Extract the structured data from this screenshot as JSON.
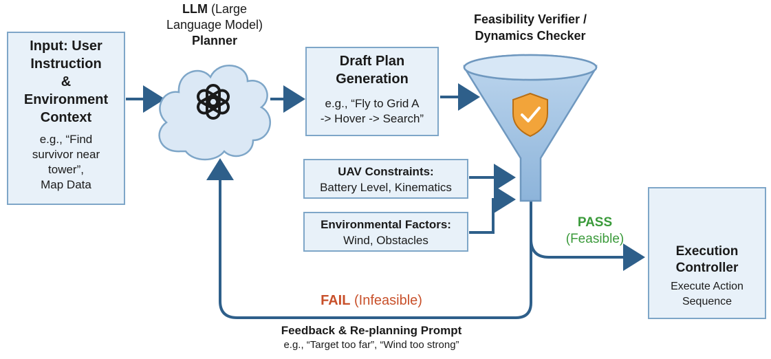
{
  "input": {
    "title_lines": [
      "Input: User",
      "Instruction",
      "&",
      "Environment",
      "Context"
    ],
    "example_lines": [
      "e.g., “Find",
      "survivor near",
      "tower”,",
      "Map Data"
    ]
  },
  "planner": {
    "title_bold": "LLM",
    "title_rest": " (Large",
    "title_line2": "Language Model)",
    "title_line3": "Planner",
    "icon": "openai-knot-icon"
  },
  "draft": {
    "title_lines": [
      "Draft Plan",
      "Generation"
    ],
    "example_lines": [
      "e.g., “Fly to Grid A",
      "-> Hover -> Search”"
    ]
  },
  "verifier": {
    "title_lines": [
      "Feasibility Verifier /",
      "Dynamics Checker"
    ],
    "icon": "shield-check-icon"
  },
  "uav_constraints": {
    "title": "UAV Constraints:",
    "detail": "Battery Level, Kinematics"
  },
  "env_factors": {
    "title": "Environmental Factors:",
    "detail": "Wind, Obstacles"
  },
  "pass": {
    "label": "PASS",
    "detail": "(Feasible)",
    "color": "#3a9a3a"
  },
  "fail": {
    "label": "FAIL",
    "detail": " (Infeasible)",
    "color": "#c8502a"
  },
  "executor": {
    "title_lines": [
      "Execution",
      "Controller"
    ],
    "detail_lines": [
      "Execute Action",
      "Sequence"
    ],
    "icon": "drone-icon"
  },
  "feedback": {
    "title": "Feedback & Re-planning Prompt",
    "example": "e.g., “Target too far”, “Wind too strong”"
  },
  "colors": {
    "arrow": "#2e5f8a",
    "box_fill": "#e8f1f9",
    "box_border": "#7ea6c8"
  }
}
